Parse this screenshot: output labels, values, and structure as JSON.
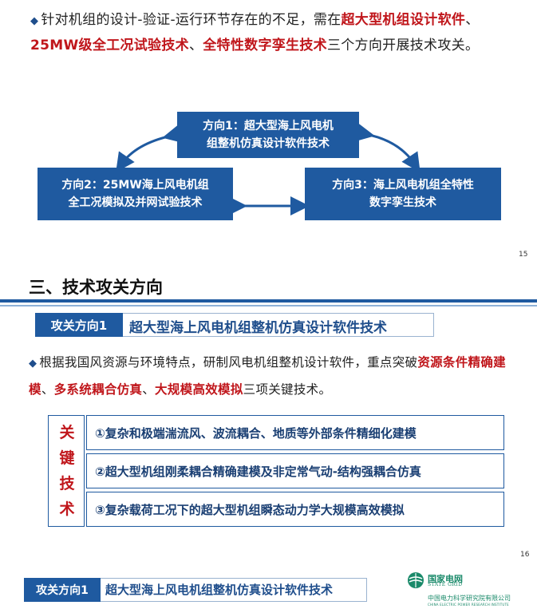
{
  "slide15": {
    "intro": {
      "bullet": "◆",
      "part1": "针对机组的设计-验证-运行环节存在的不足，需在",
      "hl1": "超大型机组设计软件",
      "sep1": "、",
      "hl2": "25MW级全工况试验技术",
      "sep2": "、",
      "hl3": "全特性数字孪生技术",
      "part2": "三个方向开展技术攻关。"
    },
    "directions": [
      {
        "line1": "方向1：超大型海上风电机",
        "line2": "组整机仿真设计软件技术"
      },
      {
        "line1": "方向2：25MW海上风电机组",
        "line2": "全工况模拟及并网试验技术"
      },
      {
        "line1": "方向3：海上风电机组全特性",
        "line2": "数字孪生技术"
      }
    ],
    "page_number": "15",
    "colors": {
      "box": "#1f5aa0",
      "arrow": "#1f5aa0",
      "highlight": "#c0161b"
    }
  },
  "slide16": {
    "section_title": "三、技术攻关方向",
    "tag": "攻关方向1",
    "heading": "超大型海上风电机组整机仿真设计软件技术",
    "body": {
      "bullet": "◆",
      "part1": "根据我国风资源与环境特点，研制风电机组整机设计软件，重点突破",
      "hl1": "资源条件精确建模",
      "sep1": "、",
      "hl2": "多系统耦合仿真",
      "sep2": "、",
      "hl3": "大规模高效模拟",
      "part2": "三项关键技术。"
    },
    "key_label": [
      "关",
      "键",
      "技",
      "术"
    ],
    "key_items": [
      "①复杂和极端湍流风、波流耦合、地质等外部条件精细化建模",
      "②超大型机组刚柔耦合精确建模及非定常气动-结构强耦合仿真",
      "③复杂载荷工况下的超大型机组瞬态动力学大规模高效模拟"
    ],
    "page_number": "16",
    "footer_tag": "攻关方向1",
    "footer_title": "超大型海上风电机组整机仿真设计软件技术",
    "logo": {
      "icon": "state-grid-emblem-icon",
      "name_cn": "国家电网",
      "name_en": "STATE GRID",
      "institute": "中国电力科学研究院有限公司",
      "institute_en": "CHINA ELECTRIC POWER RESEARCH INSTITUTE"
    }
  }
}
